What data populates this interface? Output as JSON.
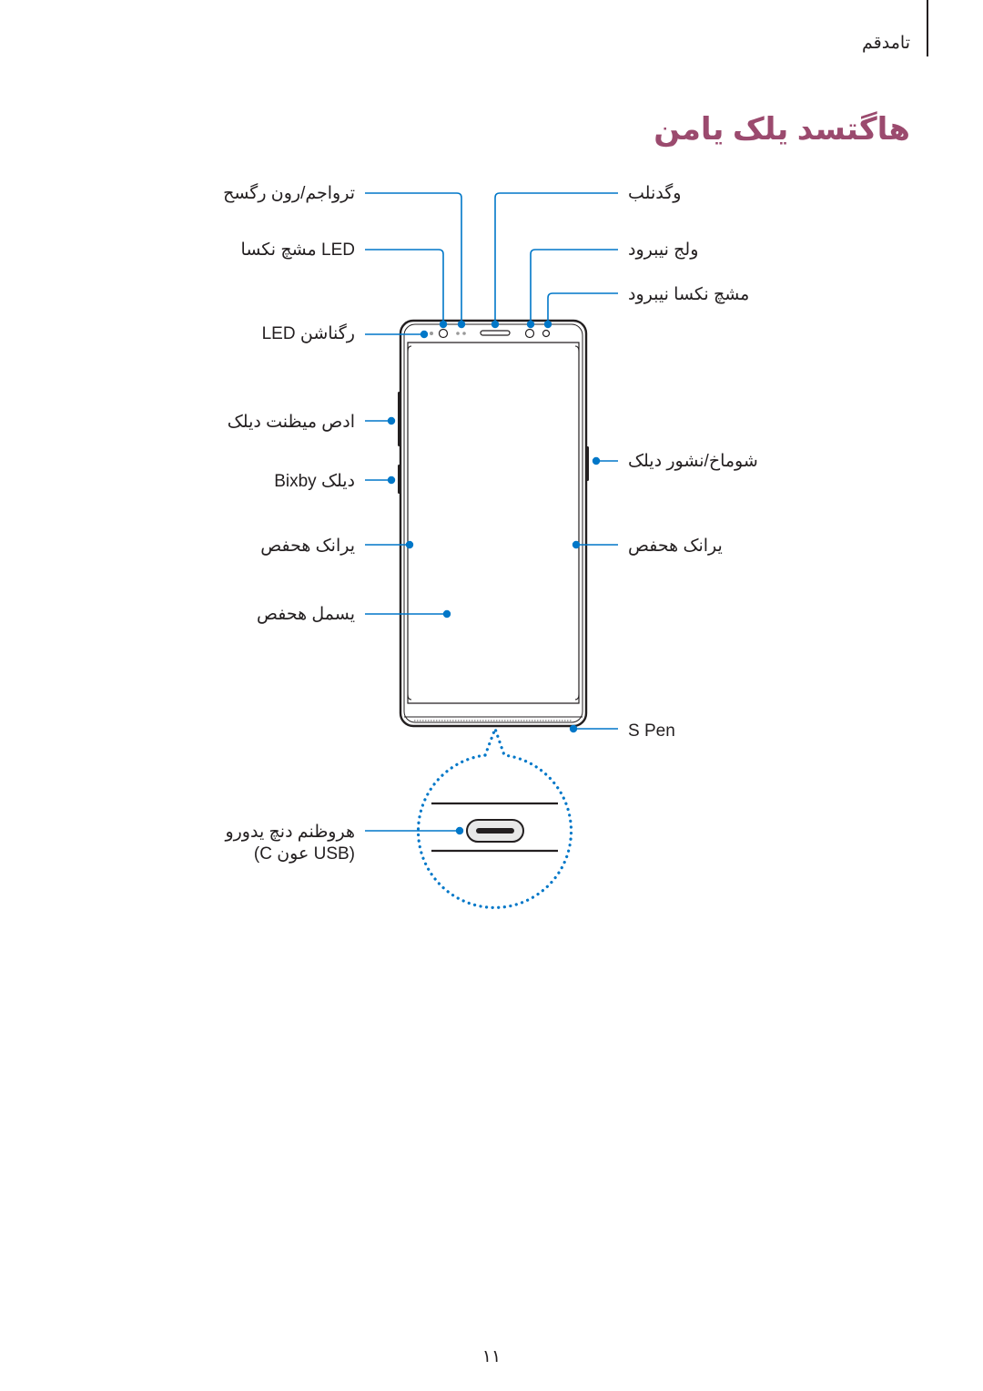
{
  "header": {
    "section_label": "تامدقم",
    "title": "هاگتسد یلک یامن"
  },
  "labels_left": {
    "sensor": "ترواجم/رون رگسح",
    "led_camera": "مشچ نکسا LED",
    "led_indicator": "LED رگناشن",
    "volume_key": "ادص میظنت دیلک",
    "bixby_key": "Bixby دیلک",
    "edge_screen": "یرانک هحفص",
    "touch_screen": "یسمل هحفص",
    "mic_line1": "هروظنم دنچ یدورو",
    "mic_line2": "(C عون USB)"
  },
  "labels_right": {
    "speaker": "وگدنلب",
    "front_camera": "ولج نیبرود",
    "iris_camera": "مشچ نکسا نیبرود",
    "power_key": "شوماخ/نشور دیلک",
    "edge_screen": "یرانک هحفص",
    "s_pen": "S Pen"
  },
  "footer": {
    "page_number": "۱۱"
  },
  "colors": {
    "accent": "#0077c8",
    "title": "#9b4a6e",
    "text": "#231f20"
  }
}
